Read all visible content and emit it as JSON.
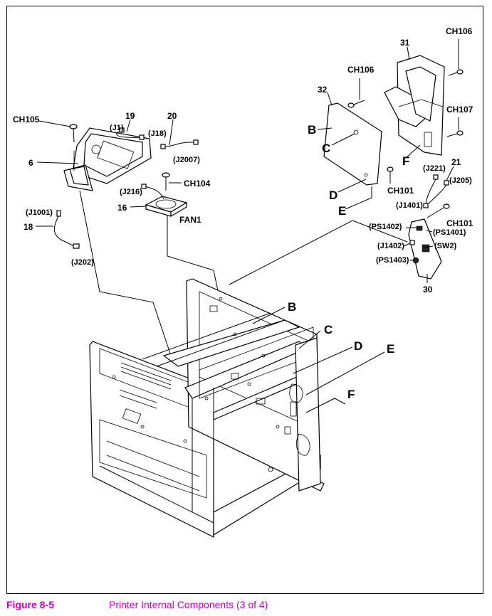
{
  "colors": {
    "caption": "#cc00cc",
    "line": "#000000",
    "background": "#ffffff"
  },
  "caption": {
    "figure_number": "Figure 8-5",
    "title": "Printer Internal Components (3 of 4)"
  },
  "labels": {
    "ch105": "CH105",
    "p19": "19",
    "p20": "20",
    "j1": "(J1)",
    "j18": "(J18)",
    "j2007": "(J2007)",
    "p6": "6",
    "j216": "(J216)",
    "ch104": "CH104",
    "p16": "16",
    "fan1": "FAN1",
    "j1001": "(J1001)",
    "p18": "18",
    "j202": "(J202)",
    "ch106a": "CH106",
    "ch106b": "CH106",
    "p31": "31",
    "p32": "32",
    "ch107": "CH107",
    "letter_b_top": "B",
    "letter_c_top": "C",
    "letter_f_top": "F",
    "letter_d_top": "D",
    "letter_e_top": "E",
    "ch101a": "CH101",
    "j221": "(J221)",
    "p21": "21",
    "j205": "(J205)",
    "j1401": "(J1401)",
    "ch101b": "CH101",
    "ps1402": "(PS1402)",
    "ps1401": "(PS1401)",
    "j1402": "(J1402)",
    "sw2": "(SW2)",
    "ps1403": "(PS1403)",
    "p30": "30",
    "letter_b_frame": "B",
    "letter_c_frame": "C",
    "letter_d_frame": "D",
    "letter_e_frame": "E",
    "letter_f_frame": "F"
  }
}
